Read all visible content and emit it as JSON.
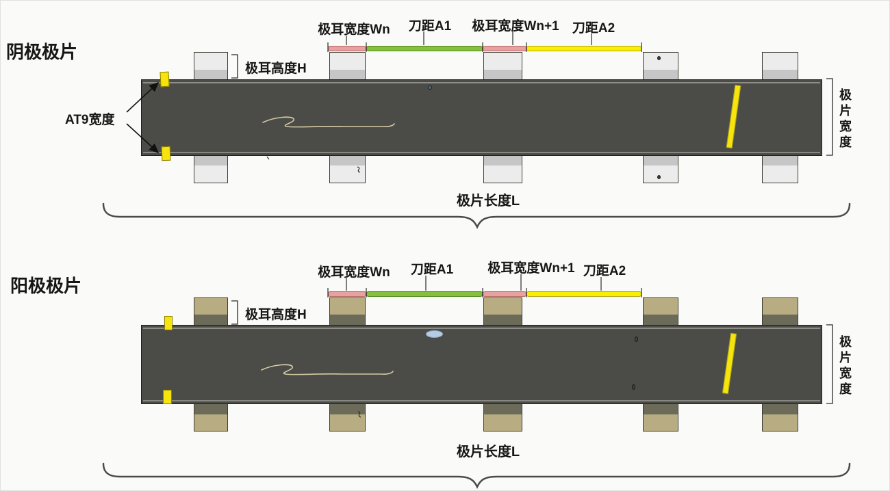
{
  "cathode": {
    "title": "阴极极片",
    "labels": {
      "tab_width_wn": "极耳宽度Wn",
      "blade_gap_a1": "刀距A1",
      "tab_width_wn_plus_1": "极耳宽度Wn+1",
      "blade_gap_a2": "刀距A2",
      "tab_height": "极耳高度H",
      "at9_width": "AT9宽度",
      "sheet_width": "极片宽度",
      "sheet_length": "极片长度L"
    }
  },
  "anode": {
    "title": "阳极极片",
    "labels": {
      "tab_width_wn": "极耳宽度Wn",
      "blade_gap_a1": "刀距A1",
      "tab_width_wn_plus_1": "极耳宽度Wn+1",
      "blade_gap_a2": "刀距A2",
      "tab_height": "极耳高度H",
      "sheet_width": "极片宽度",
      "sheet_length": "极片长度L"
    }
  },
  "colors": {
    "strip": "#4b4b48",
    "cathode_tab": "#ececec",
    "cathode_tab_band": "#c6c6c6",
    "anode_tab": "#b7ac82",
    "anode_tab_band": "#6c6a58",
    "bar_pink": "#e8a1a0",
    "bar_green": "#84c13d",
    "bar_yellow": "#f9ef03",
    "marker_yellow": "#f7e40c",
    "defect_blue": "#b5cde4"
  }
}
